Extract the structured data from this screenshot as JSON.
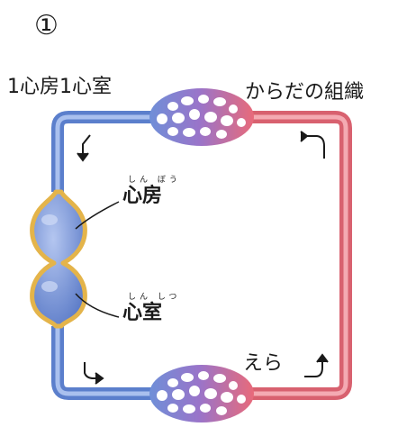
{
  "figure_number": "①",
  "title": "1心房1心室",
  "labels": {
    "body_tissues": "からだの組織",
    "gills": "えら",
    "atrium": {
      "text": "心房",
      "ruby": "しん ぼう"
    },
    "ventricle": {
      "text": "心室",
      "ruby": "しん しつ"
    }
  },
  "colors": {
    "deoxygenated": "#7f9ed6",
    "oxygenated": "#e8838e",
    "heart_fill": "#7d97db",
    "heart_wall": "#e4b44a"
  },
  "icons": [
    "flow-arrow-icon"
  ]
}
